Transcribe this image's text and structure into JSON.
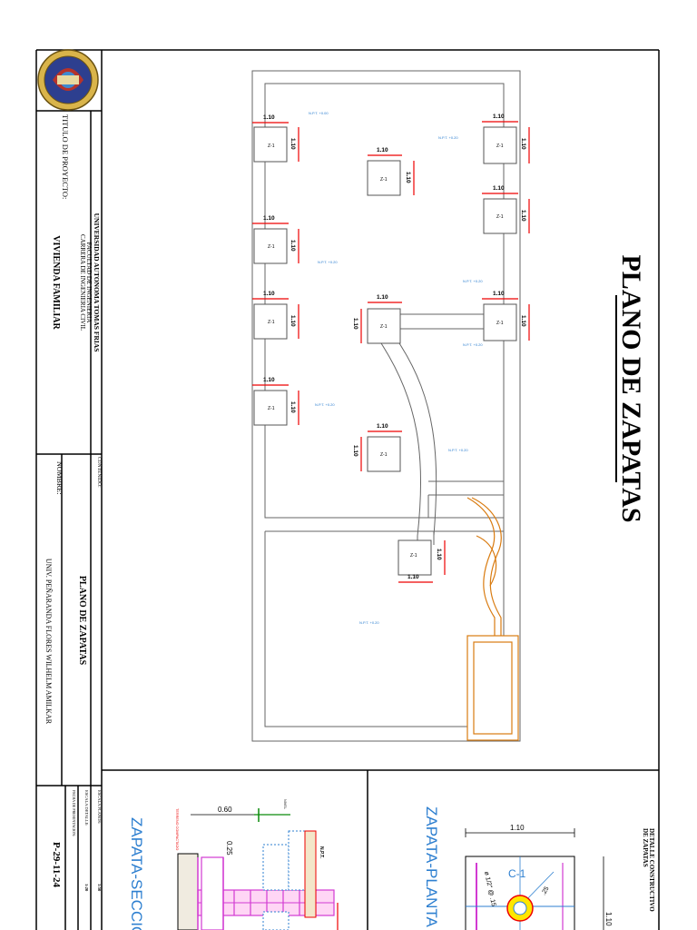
{
  "sheet": {
    "main_title": "PLANO DE ZAPATAS"
  },
  "title_block": {
    "university_lines": [
      "UNIVERSIDAD AUTONOMA TOMAS FRIAS",
      "FACULTAD DE INGENIERIA",
      "CARRERA DE INGENIERIA CIVIL"
    ],
    "project_label": "TITULO DE PROYECTO:",
    "project_name": "VIVIENDA FAMILIAR",
    "content_label": "CONTENIDO:",
    "content_value": "PLANO DE ZAPATAS",
    "name_label": "NOMBRE:",
    "name_value": "UNIV. PEÑARANDA FLORES WILHELM AMILKAR",
    "scale_plan_label": "ESCALA PLANOS:",
    "scale_plan_value": "1:50",
    "scale_detail_label": "ESCALA DETALLE:",
    "scale_detail_value": "1:20",
    "date_label": "FECHA DE PRESENTACION:",
    "date_value": "P-29-11-24"
  },
  "footings": {
    "tag": "Z-1",
    "dimension": "1.10"
  },
  "detail": {
    "title_lines": [
      "DETALLE CONSTRUCTIVO",
      "DE ZAPATAS"
    ],
    "plan_title": "ZAPATA-PLANTA",
    "section_title": "ZAPATA-SECCION",
    "plan_dim_top": "1.10",
    "plan_dim_side": "1.10",
    "column_tag": "C-1",
    "bar_note": "ø 1/2\" @ .15",
    "dim_25": ".25",
    "section_width": "0.60",
    "section_depth": "0.25",
    "section_note1": "TERRENO COMPACTADO",
    "section_note2": "NIVEL",
    "section_level": "N.P.T."
  }
}
